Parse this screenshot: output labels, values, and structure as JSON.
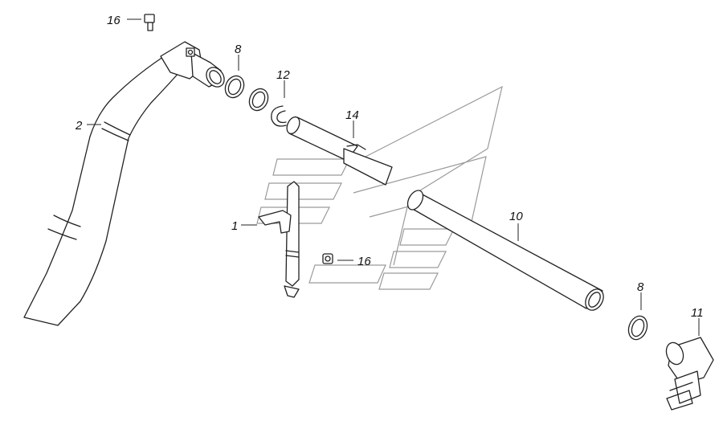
{
  "diagram": {
    "callouts": [
      {
        "id": "c16a",
        "label": "16"
      },
      {
        "id": "c8a",
        "label": "8"
      },
      {
        "id": "c12",
        "label": "12"
      },
      {
        "id": "c2",
        "label": "2"
      },
      {
        "id": "c14",
        "label": "14"
      },
      {
        "id": "c1",
        "label": "1"
      },
      {
        "id": "c16b",
        "label": "16"
      },
      {
        "id": "c10",
        "label": "10"
      },
      {
        "id": "c8b",
        "label": "8"
      },
      {
        "id": "c11",
        "label": "11"
      }
    ]
  }
}
